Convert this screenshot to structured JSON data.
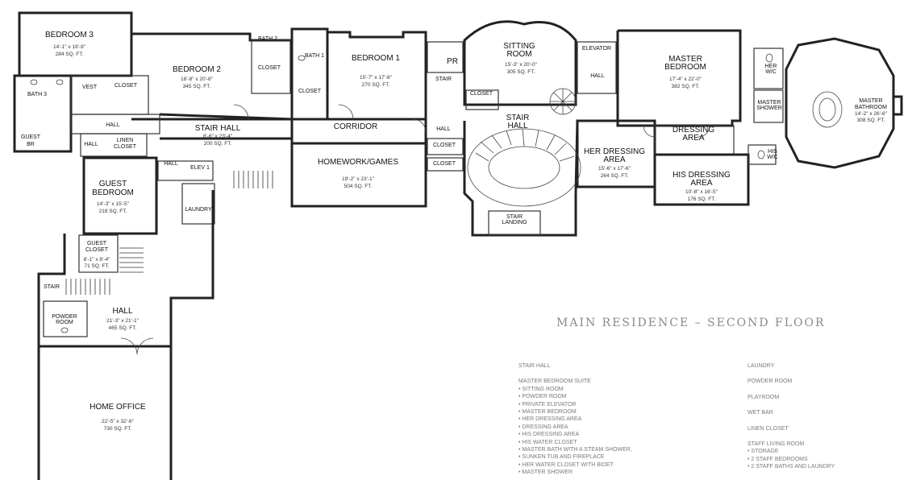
{
  "title": "MAIN RESIDENCE – SECOND FLOOR",
  "rooms": {
    "bedroom3": {
      "name": "BEDROOM 3",
      "dim": "14'-1\" x 19'-9\"",
      "area": "284 SQ. FT."
    },
    "bedroom2": {
      "name": "BEDROOM 2",
      "dim": "16'-8\" x 20'-8\"",
      "area": "345 SQ. FT."
    },
    "bath2": {
      "name": "BATH 2"
    },
    "bath1": {
      "name": "BATH 1"
    },
    "bedroom1": {
      "name": "BEDROOM 1",
      "dim": "15'-7\" x 17'-8\"",
      "area": "270 SQ. FT."
    },
    "pr": {
      "name": "PR"
    },
    "sitting": {
      "name1": "SITTING",
      "name2": "ROOM",
      "dim": "15'-3\" x 20'-0\"",
      "area": "305 SQ. FT."
    },
    "elevator": {
      "name": "ELEVATOR"
    },
    "master_bedroom": {
      "name1": "MASTER",
      "name2": "BEDROOM",
      "dim": "17'-4\" x 22'-0\"",
      "area": "382 SQ. FT."
    },
    "her_wc": {
      "name1": "HER",
      "name2": "W/C"
    },
    "master_shower": {
      "name1": "MASTER",
      "name2": "SHOWER"
    },
    "master_bathroom": {
      "name1": "MASTER",
      "name2": "BATHROOM",
      "dim": "14'-2\" x 26'-6\"",
      "area": "308 SQ. FT."
    },
    "bath3": {
      "name": "BATH 3"
    },
    "vest": {
      "name": "VEST"
    },
    "closet_a": {
      "name": "CLOSET"
    },
    "closet_b": {
      "name": "CLOSET"
    },
    "closet_c": {
      "name": "CLOSET"
    },
    "closet_d": {
      "name": "CLOSET"
    },
    "closet_e": {
      "name": "CLOSET"
    },
    "closet_f": {
      "name": "CLOSET"
    },
    "hall_a": {
      "name": "HALL"
    },
    "hall_b": {
      "name": "HALL"
    },
    "hall_c": {
      "name": "HALL"
    },
    "hall_d": {
      "name": "HALL"
    },
    "hall_e": {
      "name": "HALL"
    },
    "stair_hall_left": {
      "name": "STAIR HALL",
      "dim": "8'-6\" x 23'-4\"",
      "area": "200 SQ. FT."
    },
    "corridor": {
      "name": "CORRIDOR"
    },
    "stair_small": {
      "name": "STAIR"
    },
    "stair_hall_center": {
      "name1": "STAIR",
      "name2": "HALL"
    },
    "her_dressing": {
      "name1": "HER DRESSING",
      "name2": "AREA",
      "dim": "15'-6\" x 17'-6\"",
      "area": "264 SQ. FT."
    },
    "dressing": {
      "name1": "DRESSING",
      "name2": "AREA"
    },
    "his_dressing": {
      "name1": "HIS DRESSING",
      "name2": "AREA",
      "dim": "10'-8\" x 16'-5\"",
      "area": "176 SQ. FT."
    },
    "his_wc": {
      "name1": "HIS",
      "name2": "W/C"
    },
    "guest_br": {
      "name1": "GUEST",
      "name2": "BR"
    },
    "linen": {
      "name1": "LINEN",
      "name2": "CLOSET"
    },
    "homework": {
      "name": "HOMEWORK/GAMES",
      "dim": "19'-2\" x 23'-1\"",
      "area": "504 SQ. FT."
    },
    "elev1": {
      "name": "ELEV 1"
    },
    "laundry": {
      "name": "LAUNDRY"
    },
    "guest_bedroom": {
      "name1": "GUEST",
      "name2": "BEDROOM",
      "dim": "14'-3\" x 15'-5\"",
      "area": "218 SQ. FT."
    },
    "guest_closet": {
      "name1": "GUEST",
      "name2": "CLOSET",
      "dim": "8'-1\" x 8'-4\"",
      "area": "71 SQ. FT."
    },
    "stair_landing": {
      "name1": "STAIR",
      "name2": "LANDING"
    },
    "stair_left": {
      "name": "STAIR"
    },
    "powder": {
      "name1": "POWDER",
      "name2": "ROOM"
    },
    "hall_lower": {
      "name": "HALL",
      "dim": "21'-3\" x 21'-1\"",
      "area": "465 SQ. FT."
    },
    "home_office": {
      "name": "HOME OFFICE",
      "dim": "22'-5\" x 32'-6\"",
      "area": "730 SQ. FT."
    }
  },
  "legend": {
    "col1": {
      "stair_hall": "STAIR HALL",
      "suite_title": "MASTER BEDROOM SUITE",
      "items": [
        "SITTING ROOM",
        "POWDER ROOM",
        "PRIVATE ELEVATOR",
        "MASTER BEDROOM",
        "HER DRESSING AREA",
        "DRESSING AREA",
        "HIS DRESSING AREA",
        "HIS WATER CLOSET",
        "MASTER BATH WITH A STEAM SHOWER,",
        "SUNKEN TUB AND FIREPLACE",
        "HER WATER CLOSET WITH BIDET",
        "MASTER SHOWER"
      ]
    },
    "col2": {
      "laundry": "LAUNDRY",
      "powder": "POWDER ROOM",
      "playroom": "PLAYROOM",
      "wetbar": "WET BAR",
      "linen": "LINEN CLOSET",
      "staff_title": "STAFF LIVING ROOM",
      "staff_items": [
        "STORAGE",
        "2 STAFF BEDROOMS",
        "2 STAFF BATHS AND LAUNDRY"
      ]
    }
  }
}
